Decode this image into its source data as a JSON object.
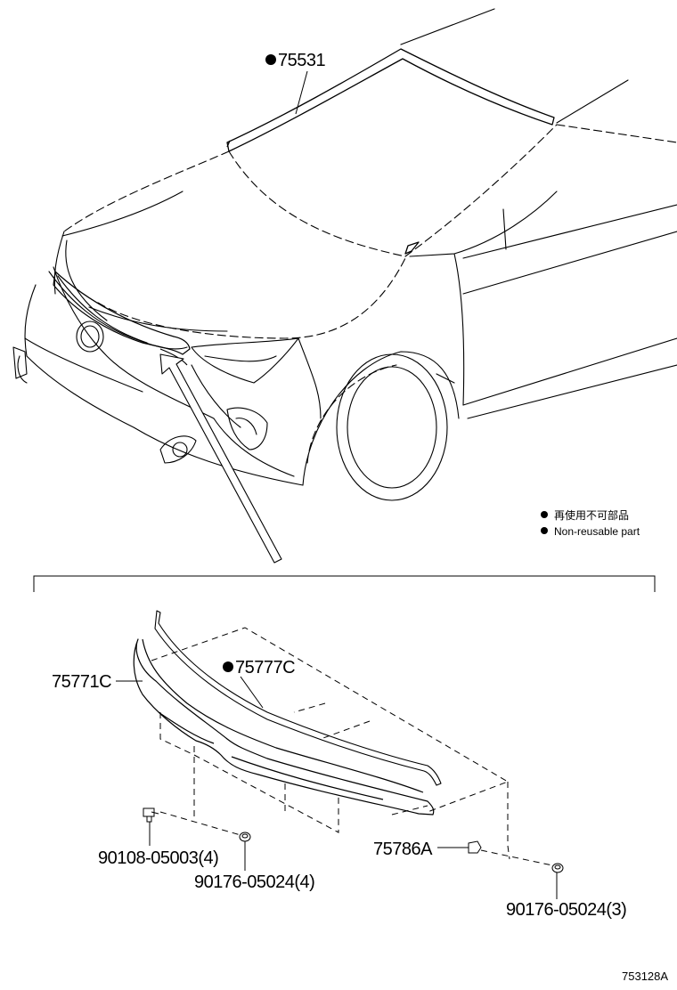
{
  "parts": {
    "windshield_molding": "75531",
    "hood_molding": "75777C",
    "grille_molding": "75771C",
    "bolt": "90108-05003(4)",
    "clip_a": "90176-05024(4)",
    "clip_b": "90176-05024(3)",
    "retainer": "75786A"
  },
  "legend": {
    "line_jp": "再使用不可部品",
    "line_en": "Non-reusable part",
    "bullet_color": "#000000"
  },
  "reference_code": "753128A",
  "icons": {
    "non_reusable_marker": "filled-circle-icon"
  }
}
